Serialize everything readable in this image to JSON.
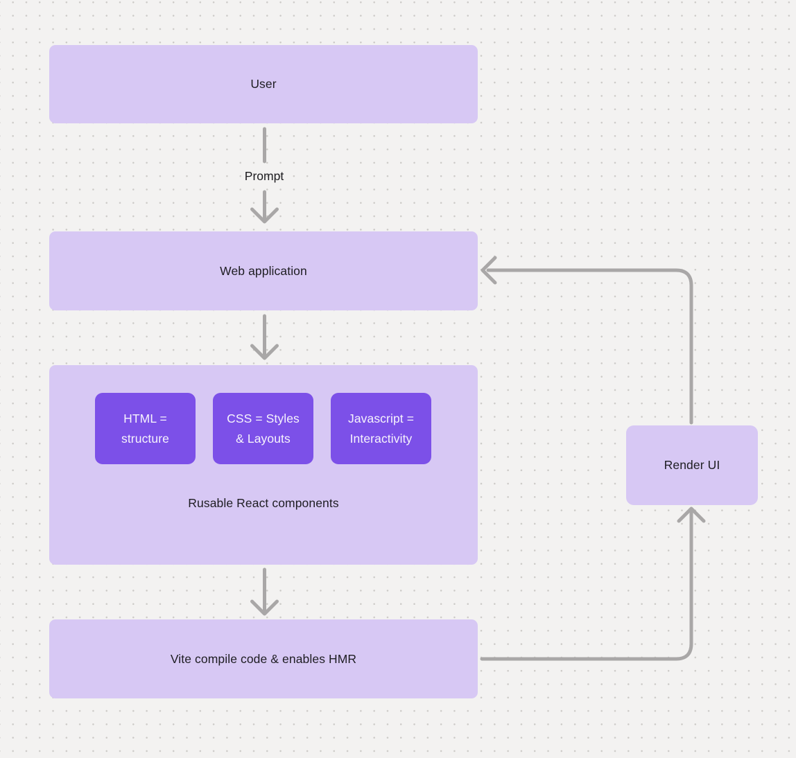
{
  "diagram": {
    "nodes": {
      "user": {
        "label": "User"
      },
      "web_app": {
        "label": "Web application"
      },
      "components_group": {
        "caption": "Rusable React components",
        "children": [
          {
            "line1": "HTML =",
            "line2": "structure"
          },
          {
            "line1": "CSS = Styles",
            "line2": "& Layouts"
          },
          {
            "line1": "Javascript =",
            "line2": "Interactivity"
          }
        ]
      },
      "vite": {
        "label": "Vite compile code & enables HMR"
      },
      "render_ui": {
        "label": "Render UI"
      }
    },
    "edges": {
      "prompt_label": "Prompt"
    },
    "colors": {
      "background": "#f3f2f1",
      "dot_grid": "#cccac7",
      "node_fill": "#d7c8f4",
      "node_text": "#1e1d22",
      "inner_node_fill": "#7c50e8",
      "inner_node_text": "#f6f3fc",
      "connector": "#a9a7a7"
    }
  }
}
